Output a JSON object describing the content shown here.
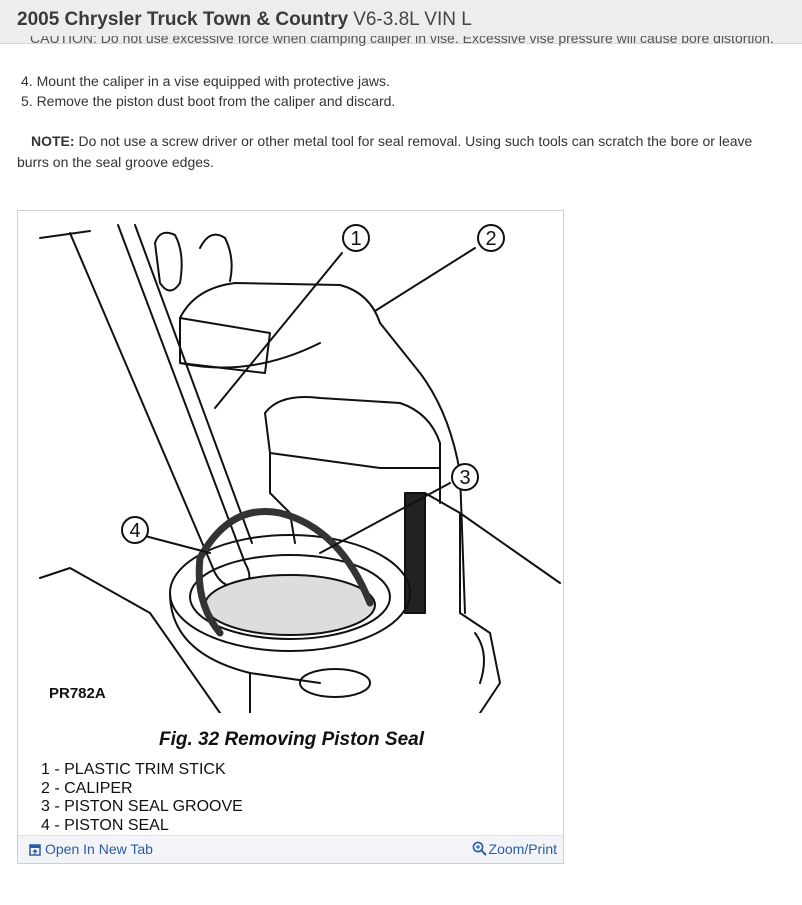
{
  "header": {
    "title": "2005 Chrysler Truck Town & Country",
    "subtitle": "V6-3.8L VIN L"
  },
  "caution_cut": "CAUTION: Do not use excessive force when clamping caliper in vise. Excessive vise pressure will cause bore distortion.",
  "steps": [
    "4. Mount the caliper in a vise equipped with protective jaws.",
    "5. Remove the piston dust boot from the caliper and discard."
  ],
  "note": {
    "label": "NOTE:",
    "text": " Do not use a screw driver or other metal tool for seal removal. Using such tools can scratch the bore or leave burrs on the seal groove edges."
  },
  "figure": {
    "code": "PR782A",
    "callouts": [
      "1",
      "2",
      "3",
      "4"
    ],
    "caption": "Fig. 32 Removing Piston Seal",
    "legend": [
      "1 - PLASTIC TRIM STICK",
      "2 - CALIPER",
      "3 - PISTON SEAL GROOVE",
      "4 - PISTON SEAL"
    ]
  },
  "footer": {
    "open_tab": "Open In New Tab",
    "zoom": "Zoom/Print",
    "open_tab_icon": "open-tab-icon",
    "zoom_icon": "zoom-icon",
    "link_color": "#2a5ba8"
  }
}
